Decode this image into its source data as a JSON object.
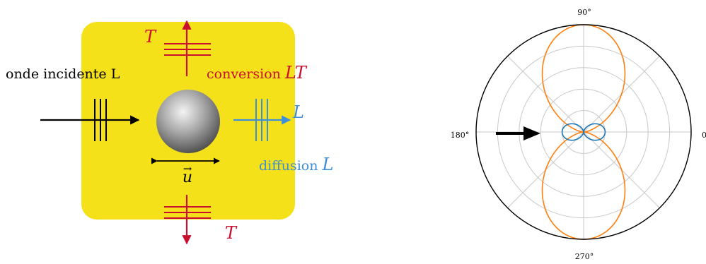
{
  "left_diagram": {
    "incident_label": "onde incidente L",
    "conversion_label": "conversion ",
    "conversion_symbol": "LT",
    "diffusion_label": "diffusion ",
    "diffusion_symbol": "L",
    "scattered_L_symbol": "L",
    "transverse_top_symbol": "T",
    "transverse_bottom_symbol": "T",
    "displacement_vector_symbol": "u",
    "vector_arrow_glyph": "→",
    "colors": {
      "background_square": "#f5e11a",
      "transverse": "#c8102e",
      "longitudinal": "#3d8fd8",
      "incident": "#000000",
      "sphere_light": "#f4f4f4",
      "sphere_dark": "#3a3a3a"
    }
  },
  "polar_plot": {
    "angle_labels": {
      "top": "90°",
      "left": "180°",
      "bottom": "270°",
      "right": "0"
    },
    "grid": true,
    "rings": 5,
    "spokes_every_deg": 45,
    "incident_direction_deg": 180,
    "series": [
      {
        "color": "#ff7f0e",
        "pattern": "transverse",
        "lobe_axis_deg": 90,
        "relative_max": 1.0
      },
      {
        "color": "#1f77b4",
        "pattern": "longitudinal",
        "lobe_axis_deg": 0,
        "relative_max": 0.2
      }
    ],
    "chart_data": {
      "type": "polar",
      "r_max": 1.0,
      "series": [
        {
          "color": "#ff7f0e",
          "function": "sin^2(theta)",
          "max": 1.0
        },
        {
          "color": "#1f77b4",
          "function": "cos^2(theta)",
          "max": 0.2
        }
      ]
    }
  }
}
